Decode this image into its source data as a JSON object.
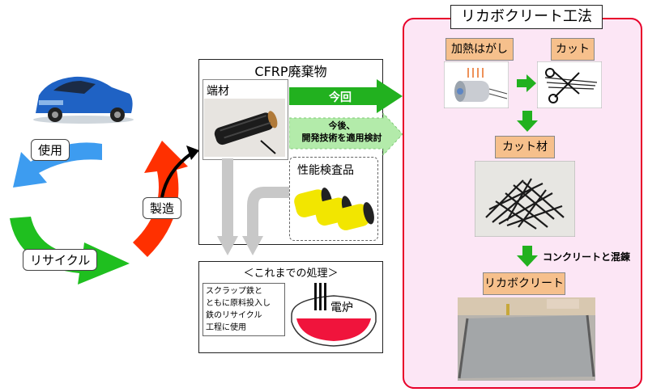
{
  "cycle": {
    "use_label": "使用",
    "recycle_label": "リサイクル",
    "manufacture_label": "製造"
  },
  "cfrp": {
    "title": "CFRP廃棄物",
    "scrap_label": "端材",
    "perf_label": "性能検査品"
  },
  "arrows": {
    "now_label": "今回",
    "future_line1": "今後、",
    "future_line2": "開発技術を適用検討",
    "mix_label": "コンクリートと混錬"
  },
  "past": {
    "title": "＜これまでの処理＞",
    "desc_lines": [
      "スクラップ鉄と",
      "ともに原料投入し",
      "鉄のリサイクル",
      "工程に使用"
    ],
    "furnace_label": "電炉"
  },
  "method": {
    "title": "リカボクリート工法",
    "heat_label": "加熱はがし",
    "cut_label": "カット",
    "cut_material_label": "カット材",
    "recabo_label": "リカボクリート"
  },
  "colors": {
    "cycle_blue": "#3d9cf0",
    "cycle_green": "#1fbf1f",
    "cycle_red": "#ff3000",
    "arrow_green": "#22b11f",
    "future_green": "#b3ebaa",
    "method_border": "#e8002a",
    "method_bg": "#fce6f5",
    "label_orange": "#f6c08c",
    "furnace_red": "#f0143c"
  }
}
